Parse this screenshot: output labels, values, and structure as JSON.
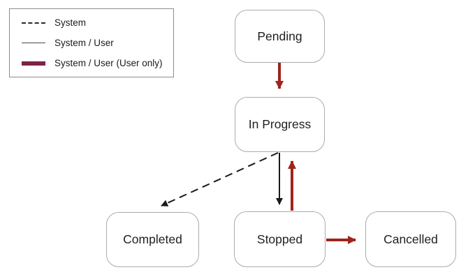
{
  "legend": {
    "items": [
      {
        "label": "System",
        "style": "dashed",
        "color": "#2a2a2a"
      },
      {
        "label": "System / User",
        "style": "solid",
        "color": "#4a4a4a"
      },
      {
        "label": "System / User (User only)",
        "style": "thick",
        "color": "#7d2248"
      }
    ]
  },
  "states": [
    {
      "id": "pending",
      "label": "Pending"
    },
    {
      "id": "in-progress",
      "label": "In Progress"
    },
    {
      "id": "completed",
      "label": "Completed"
    },
    {
      "id": "stopped",
      "label": "Stopped"
    },
    {
      "id": "cancelled",
      "label": "Cancelled"
    }
  ],
  "transitions": [
    {
      "from": "Pending",
      "to": "In Progress",
      "type": "System / User (User only)"
    },
    {
      "from": "In Progress",
      "to": "Completed",
      "type": "System"
    },
    {
      "from": "In Progress",
      "to": "Stopped",
      "type": "System / User"
    },
    {
      "from": "Stopped",
      "to": "In Progress",
      "type": "System / User (User only)"
    },
    {
      "from": "Stopped",
      "to": "Cancelled",
      "type": "System / User (User only)"
    }
  ],
  "colors": {
    "arrow_red": "#9e241e",
    "legend_maroon": "#7d2248",
    "box_border": "#ababab",
    "line_black": "#1a1a1a",
    "background": "#ffffff"
  }
}
